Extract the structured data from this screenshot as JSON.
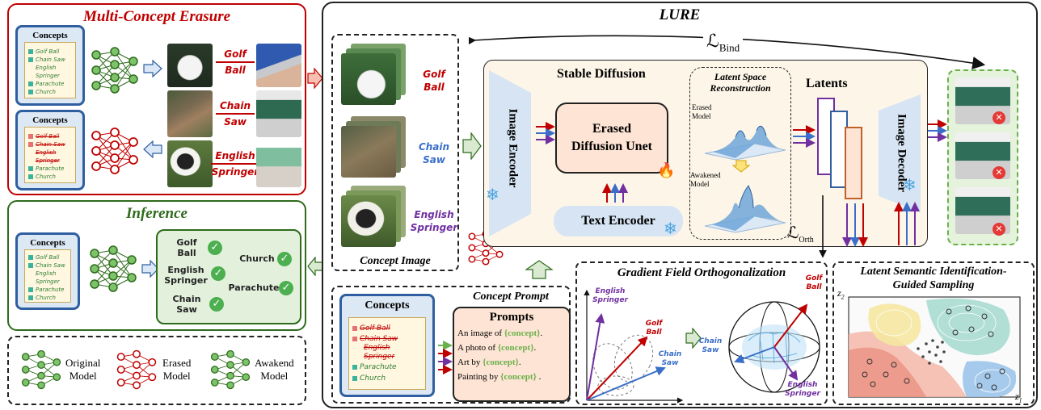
{
  "multi_concept_erasure": {
    "title": "Multi-Concept Erasure",
    "concepts_header": "Concepts",
    "concept_items": [
      "Golf Ball",
      "Chain Saw",
      "English",
      "Springer",
      "Parachute",
      "Church"
    ],
    "prompt_labels": [
      {
        "line1": "Golf",
        "line2": "Ball"
      },
      {
        "line1": "Chain",
        "line2": "Saw"
      },
      {
        "line1": "English",
        "line2": "Springer"
      }
    ]
  },
  "inference": {
    "title": "Inference",
    "concepts_header": "Concepts",
    "results": [
      {
        "line1": "Golf",
        "line2": "Ball"
      },
      {
        "line1": "English",
        "line2": "Springer"
      },
      {
        "line1": "Chain",
        "line2": "Saw"
      },
      {
        "line1": "Church",
        "line2": ""
      },
      {
        "line1": "Parachute",
        "line2": ""
      }
    ]
  },
  "legend": {
    "original": {
      "line1": "Original",
      "line2": "Model"
    },
    "erased": {
      "line1": "Erased",
      "line2": "Model"
    },
    "awakened": {
      "line1": "Awakend",
      "line2": "Model"
    }
  },
  "lure": {
    "title": "LURE",
    "loss_bind": "ℒ",
    "loss_bind_sub": "Bind",
    "loss_orth": "ℒ",
    "loss_orth_sub": "Orth",
    "concept_image": {
      "caption": "Concept Image",
      "labels": [
        {
          "line1": "Golf",
          "line2": "Ball",
          "color": "#c00000"
        },
        {
          "line1": "Chain",
          "line2": "Saw",
          "color": "#3a6fc9"
        },
        {
          "line1": "English",
          "line2": "Springer",
          "color": "#7030a0"
        }
      ]
    },
    "stable_diffusion": {
      "title": "Stable Diffusion",
      "image_encoder": "Image Encoder",
      "unet_line1": "Erased",
      "unet_line2": "Diffusion Unet",
      "text_encoder": "Text Encoder",
      "latent_recon_line1": "Latent Space",
      "latent_recon_line2": "Reconstruction",
      "erased_model_line1": "Erased",
      "erased_model_line2": "Model",
      "awakened_model_line1": "Awakened",
      "awakened_model_line2": "Model",
      "latents": "Latents",
      "image_decoder": "Image Decoder"
    },
    "concept_prompt": {
      "title": "Concept Prompt",
      "concepts_header": "Concepts",
      "prompts_title": "Prompts",
      "prompts": [
        {
          "prefix": "An image of ",
          "token": "{concept}",
          "suffix": "."
        },
        {
          "prefix": "A photo of ",
          "token": "{concept}",
          "suffix": "."
        },
        {
          "prefix": "Art by ",
          "token": "{concept}",
          "suffix": "."
        },
        {
          "prefix": "Painting by ",
          "token": "{concept}",
          "suffix": " ."
        }
      ]
    },
    "gradient_field": {
      "title": "Gradient Field Orthogonalization",
      "labels": [
        {
          "line1": "English",
          "line2": "Springer",
          "color": "#7030a0"
        },
        {
          "line1": "Golf",
          "line2": "Ball",
          "color": "#c00000"
        },
        {
          "line1": "Chain",
          "line2": "Saw",
          "color": "#3a6fc9"
        }
      ],
      "sphere_labels": [
        {
          "line1": "Golf",
          "line2": "Ball",
          "color": "#c00000"
        },
        {
          "line1": "Chain",
          "line2": "Saw",
          "color": "#3a6fc9"
        },
        {
          "line1": "English",
          "line2": "Springer",
          "color": "#7030a0"
        }
      ]
    },
    "latent_semantic": {
      "title_line1": "Latent Semantic Identification-",
      "title_line2": "Guided Sampling",
      "axis_y": "z",
      "axis_y_sub": "2",
      "axis_x": "z",
      "axis_x_sub": "1"
    }
  },
  "colors": {
    "red": "#c00000",
    "green": "#2e6b1c",
    "blue": "#3a6fc9",
    "purple": "#7030a0",
    "sd_bg": "#fdf6e8",
    "encoder_bg": "#d6e4f3"
  }
}
